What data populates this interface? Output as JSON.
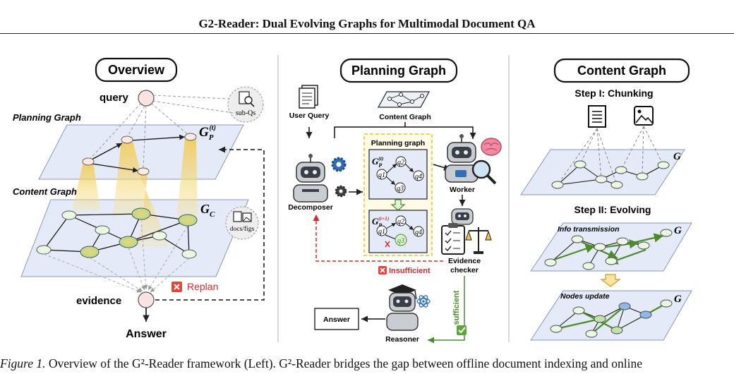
{
  "header": {
    "title": "G2-Reader: Dual Evolving Graphs for Multimodal Document QA"
  },
  "overview": {
    "title": "Overview",
    "query": "query",
    "subqs": "sub-Qs",
    "planning_label": "Planning Graph",
    "gp": "G",
    "gp_sub": "P",
    "gp_sup": "(t)",
    "content_label": "Content Graph",
    "gc": "G",
    "gc_sub": "C",
    "docs": "docs/figs",
    "evidence": "evidence",
    "replan": "Replan",
    "answer": "Answer"
  },
  "planning": {
    "title": "Planning Graph",
    "user_query": "User Query",
    "content_graph": "Content Graph",
    "inner_title": "Planning graph",
    "gp": "G",
    "gp_sub": "P",
    "gp_sup": "(t)",
    "gp2_sup": "(t+1)",
    "nodes": [
      "q1",
      "q2",
      "q3",
      "q4"
    ],
    "worker": "Worker",
    "decomposer": "Decomposer",
    "evidence_checker_1": "Evidence",
    "evidence_checker_2": "checker",
    "insufficient": "Insufficient",
    "sufficient": "sufficient",
    "answer": "Answer",
    "reasoner": "Reasoner"
  },
  "content": {
    "title": "Content Graph",
    "step1": "Step I: Chunking",
    "step2": "Step II: Evolving",
    "info": "Info transmission",
    "nodes_update": "Nodes update",
    "g": "G"
  },
  "caption": {
    "prefix": "Figure 1.",
    "text": " Overview of the G²-Reader framework (Left). G²-Reader bridges the gap between offline document indexing and online"
  },
  "colors": {
    "accent_red": "#d22b2b",
    "green": "#4c8a2a",
    "node_fill": "#e9f7e9",
    "plane_fill": "#e6ecf8",
    "yellow_beam": "#f2c94c"
  }
}
